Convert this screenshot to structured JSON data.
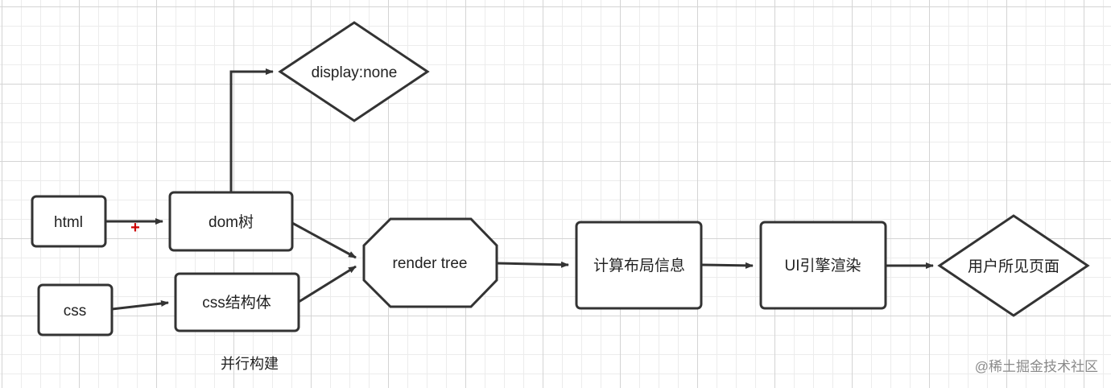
{
  "nodes": {
    "html": "html",
    "dom": "dom树",
    "display_none": "display:none",
    "css": "css",
    "cssom": "css结构体",
    "render_tree": "render tree",
    "layout": "计算布局信息",
    "ui_render": "UI引擎渲染",
    "user_page": "用户所见页面"
  },
  "notes": {
    "parallel": "并行构建",
    "plus_marker": "+"
  },
  "watermark": "@稀土掘金技术社区",
  "colors": {
    "stroke": "#333333",
    "marker": "#cc0000",
    "watermark": "#8a8a8a"
  }
}
